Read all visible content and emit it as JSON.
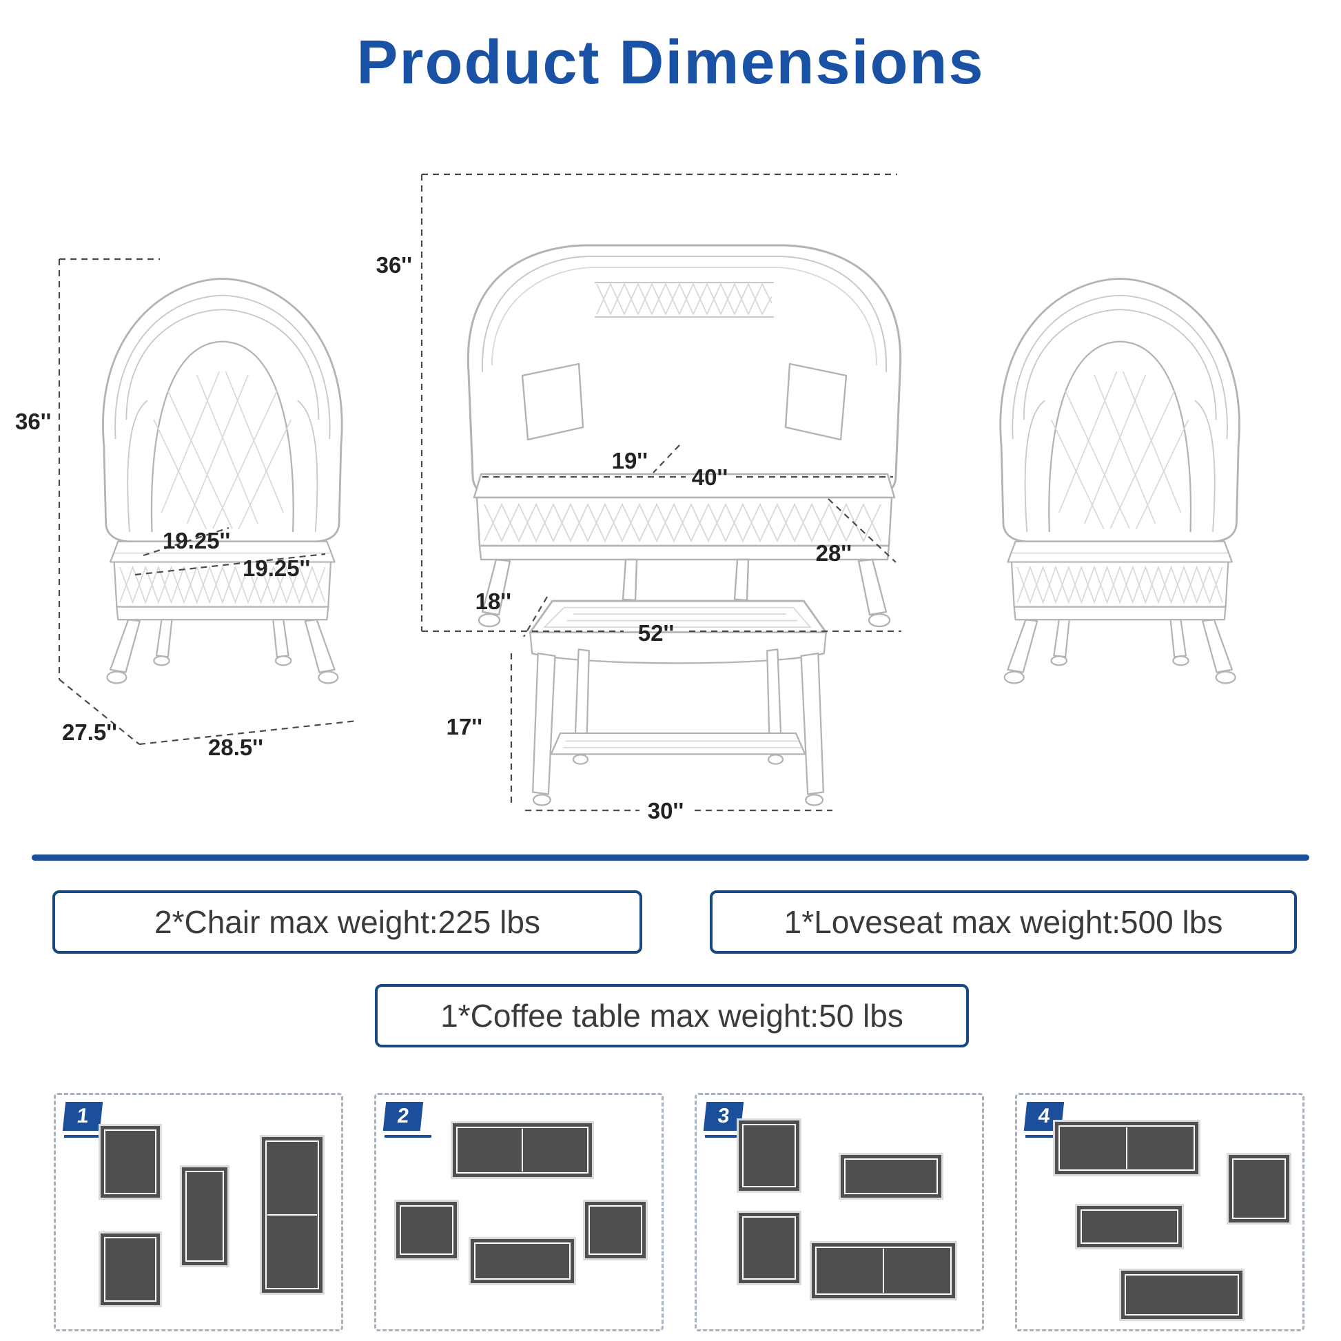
{
  "title": "Product Dimensions",
  "dimensions": {
    "chair": {
      "height": "36''",
      "seat_depth": "19.25''",
      "seat_width": "19.25''",
      "base_depth": "27.5''",
      "base_width": "28.5''"
    },
    "loveseat": {
      "height": "36''",
      "seat_depth": "19''",
      "seat_width": "40''",
      "front_height": "28''",
      "base_width": "52''"
    },
    "coffee_table": {
      "top_depth": "18''",
      "shelf_height": "17''",
      "width": "30''"
    }
  },
  "specs": {
    "chair": "2*Chair max weight:225 lbs",
    "loveseat": "1*Loveseat max weight:500 lbs",
    "coffee_table": "1*Coffee table max weight:50 lbs"
  },
  "layouts": [
    {
      "number": "1"
    },
    {
      "number": "2"
    },
    {
      "number": "3"
    },
    {
      "number": "4"
    }
  ],
  "colors": {
    "accent_blue": "#1b4f9c",
    "title_blue": "#1952a5",
    "line_gray": "#b3b3b3",
    "dimension_line": "#4a4a4a",
    "furniture_fill": "#4f4f4f"
  }
}
